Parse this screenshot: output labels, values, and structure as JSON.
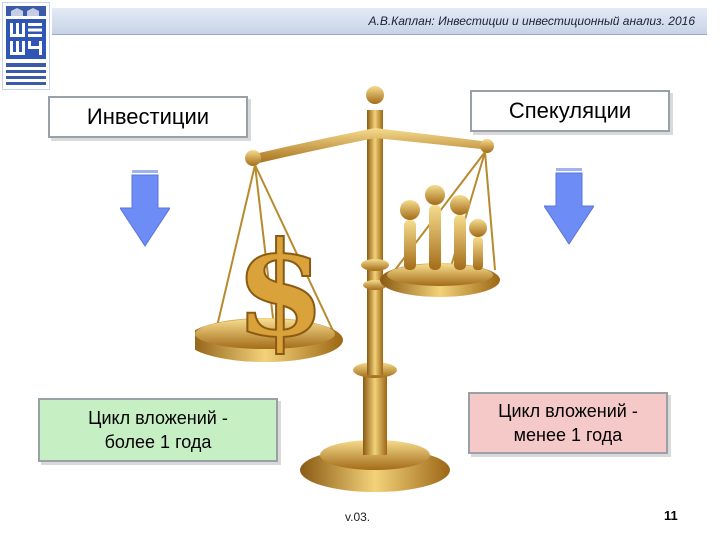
{
  "header": {
    "citation": "А.В.Каплан: Инвестиции и инвестиционный анализ. 2016"
  },
  "left": {
    "title": "Инвестиции",
    "cycle_line1": "Цикл вложений  -",
    "cycle_line2": "более 1 года",
    "box_color": "#c6efc4"
  },
  "right": {
    "title": "Спекуляции",
    "cycle_line1": "Цикл вложений  -",
    "cycle_line2": "менее 1 года",
    "box_color": "#f6c9c9"
  },
  "logo": {
    "icon": "university-logo-icon",
    "letters": "ВШЭУ"
  },
  "illustration": {
    "icon": "golden-scales-icon"
  },
  "arrow_color": "#6e8cf5",
  "footer": {
    "version": "v.03.",
    "page_number": "11"
  }
}
